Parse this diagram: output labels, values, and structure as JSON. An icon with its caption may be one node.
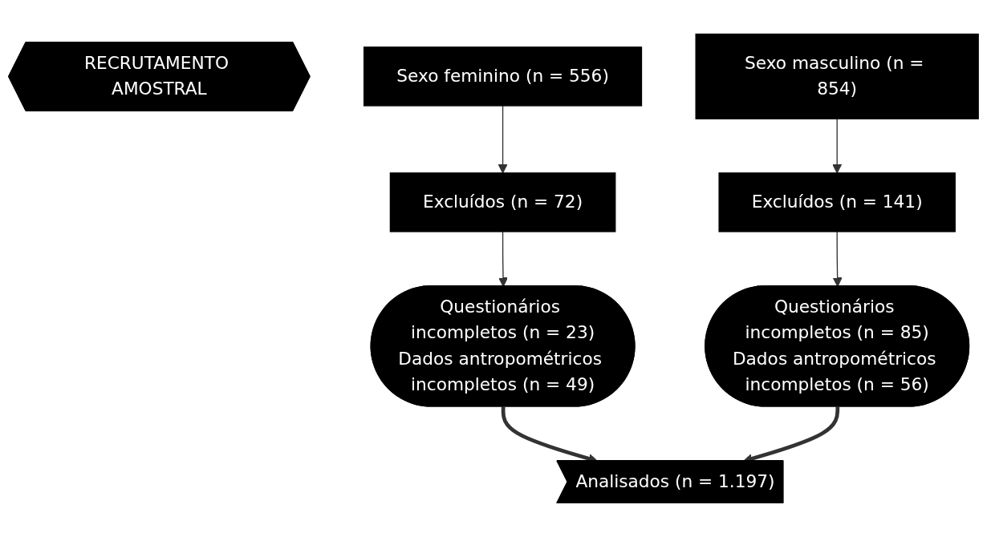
{
  "diagram": {
    "nodes": [
      {
        "text": [
          "RECRUTAMENTO AMOSTRAL"
        ]
      },
      {
        "text": [
          "Sexo feminino (n = 556)"
        ]
      },
      {
        "text": [
          "Sexo masculino (n = 854)"
        ]
      },
      {
        "text": [
          "Excluídos (n = 72)"
        ]
      },
      {
        "text": [
          "Excluídos (n = 141)"
        ]
      },
      {
        "text": [
          "Questionários incompletos (n = 23)",
          "Dados antropométricos incompletos (n = 49)"
        ]
      },
      {
        "text": [
          "Questionários incompletos (n = 85)",
          "Dados antropométricos incompletos (n = 56)"
        ]
      },
      {
        "text": [
          "Analisados (n = 1.197)"
        ]
      }
    ],
    "edges": [
      {
        "from": 1,
        "to": 3,
        "arrow": "to"
      },
      {
        "from": 3,
        "to": 5,
        "arrow": "to"
      },
      {
        "from": 2,
        "to": 4,
        "arrow": "to"
      },
      {
        "from": 4,
        "to": 6,
        "arrow": "to"
      },
      {
        "from": 5,
        "to": 7,
        "arrow": "to",
        "style": "thick"
      },
      {
        "from": 6,
        "to": 7,
        "arrow": "to",
        "style": "thick"
      }
    ]
  }
}
